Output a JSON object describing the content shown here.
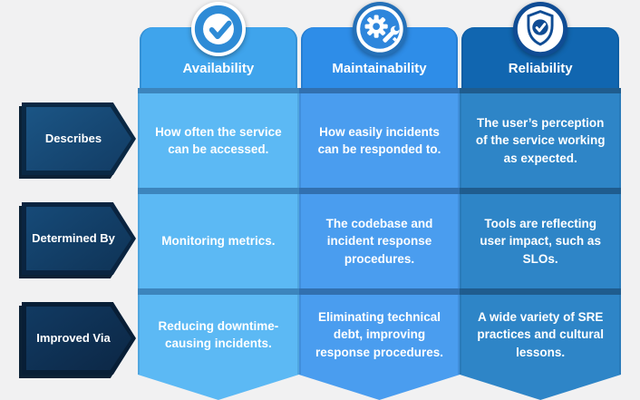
{
  "slide": {
    "background": "#f1f1f2",
    "row_labels": [
      {
        "label": "Describes",
        "colors": {
          "fill": "#1b5585",
          "fill2": "#123c64",
          "border": "#0a2844"
        }
      },
      {
        "label": "Determined By",
        "colors": {
          "fill": "#164a78",
          "fill2": "#0f3356",
          "border": "#0a2440"
        }
      },
      {
        "label": "Improved Via",
        "colors": {
          "fill": "#113a62",
          "fill2": "#0c2745",
          "border": "#081e36"
        }
      }
    ],
    "columns": [
      {
        "header": "Availability",
        "icon": "check-circle-icon",
        "colors": {
          "header": "#3fa4ec",
          "body": "#5cb9f4",
          "sep": "#3c85bd"
        },
        "cells": [
          "How often the service can be accessed.",
          "Monitoring metrics.",
          "Reducing downtime-causing incidents."
        ]
      },
      {
        "header": "Maintainability",
        "icon": "gear-wrench-icon",
        "colors": {
          "header": "#2e8de8",
          "body": "#4a9def",
          "sep": "#3170b0"
        },
        "cells": [
          "How easily incidents can be responded to.",
          "The codebase and incident response procedures.",
          "Eliminating technical debt, improving response procedures."
        ]
      },
      {
        "header": "Reliability",
        "icon": "shield-check-icon",
        "colors": {
          "header": "#1166b0",
          "body": "#2e85c7",
          "sep": "#1f5c8e"
        },
        "cells": [
          "The user’s perception of the service working as expected.",
          "Tools are reflecting user impact, such as SLOs.",
          "A wide variety of SRE practices and cultural lessons."
        ]
      }
    ]
  }
}
